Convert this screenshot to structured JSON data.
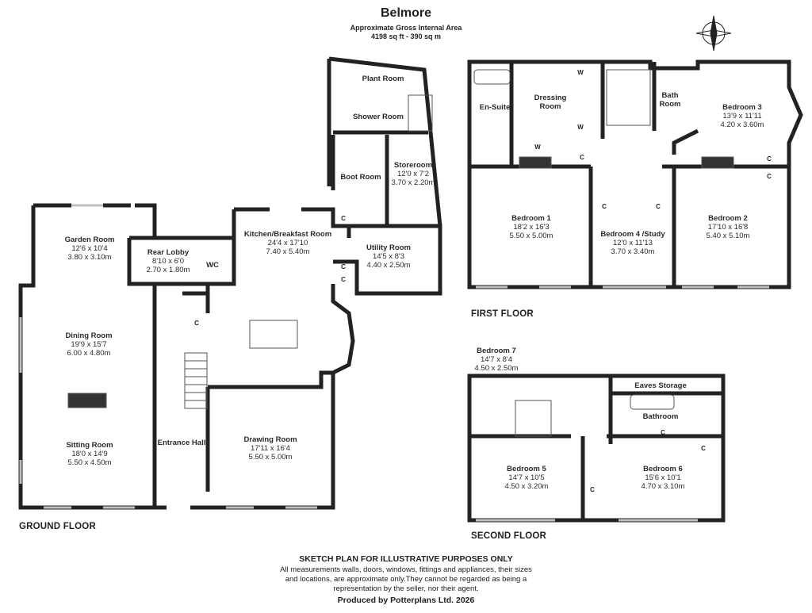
{
  "header": {
    "title": "Belmore",
    "subtitle": "Approximate Gross Internal Area",
    "area": "4198 sq ft - 390 sq m"
  },
  "floors": {
    "ground": "GROUND FLOOR",
    "first": "FIRST FLOOR",
    "second": "SECOND FLOOR"
  },
  "rooms": {
    "plant_room": {
      "name": "Plant Room"
    },
    "shower_room": {
      "name": "Shower Room"
    },
    "boot_room": {
      "name": "Boot Room"
    },
    "storeroom": {
      "name": "Storeroom",
      "imperial": "12'0 x 7'2",
      "metric": "3.70 x 2.20m"
    },
    "utility_room": {
      "name": "Utility Room",
      "imperial": "14'5 x 8'3",
      "metric": "4.40 x 2.50m"
    },
    "kitchen": {
      "name": "Kitchen/Breakfast Room",
      "imperial": "24'4 x 17'10",
      "metric": "7.40 x 5.40m"
    },
    "garden_room": {
      "name": "Garden Room",
      "imperial": "12'6 x 10'4",
      "metric": "3.80 x 3.10m"
    },
    "rear_lobby": {
      "name": "Rear Lobby",
      "imperial": "8'10 x 6'0",
      "metric": "2.70 x 1.80m"
    },
    "wc": {
      "name": "WC"
    },
    "dining_room": {
      "name": "Dining Room",
      "imperial": "19'9 x 15'7",
      "metric": "6.00 x 4.80m"
    },
    "sitting_room": {
      "name": "Sitting Room",
      "imperial": "18'0 x 14'9",
      "metric": "5.50 x 4.50m"
    },
    "entrance_hall": {
      "name": "Entrance Hall"
    },
    "drawing_room": {
      "name": "Drawing Room",
      "imperial": "17'11 x 16'4",
      "metric": "5.50 x 5.00m"
    },
    "en_suite": {
      "name": "En-Suite"
    },
    "dressing_room": {
      "name": "Dressing Room"
    },
    "bath_room": {
      "name": "Bath Room"
    },
    "bedroom3": {
      "name": "Bedroom 3",
      "imperial": "13'9 x 11'11",
      "metric": "4.20 x 3.60m"
    },
    "bedroom1": {
      "name": "Bedroom 1",
      "imperial": "18'2 x 16'3",
      "metric": "5.50 x 5.00m"
    },
    "bedroom4": {
      "name": "Bedroom 4 /Study",
      "imperial": "12'0 x 11'13",
      "metric": "3.70 x 3.40m"
    },
    "bedroom2": {
      "name": "Bedroom 2",
      "imperial": "17'10 x 16'8",
      "metric": "5.40 x 5.10m"
    },
    "bedroom7": {
      "name": "Bedroom 7",
      "imperial": "14'7 x 8'4",
      "metric": "4.50 x 2.50m"
    },
    "eaves_storage": {
      "name": "Eaves Storage"
    },
    "bathroom": {
      "name": "Bathroom"
    },
    "bedroom5": {
      "name": "Bedroom 5",
      "imperial": "14'7 x 10'5",
      "metric": "4.50 x 3.20m"
    },
    "bedroom6": {
      "name": "Bedroom 6",
      "imperial": "15'6 x 10'1",
      "metric": "4.70 x 3.10m"
    }
  },
  "markers": {
    "cupboard": "C",
    "wardrobe": "W"
  },
  "footer": {
    "disclaimer_title": "SKETCH PLAN FOR ILLUSTRATIVE PURPOSES ONLY",
    "disclaimer_line1": "All measurements walls, doors, windows, fittings and appliances, their sizes",
    "disclaimer_line2": "and locations, are approximate only.They cannot be regarded as being a",
    "disclaimer_line3": "representation by the seller, nor their agent.",
    "producer": "Produced by Potterplans Ltd. 2026"
  },
  "icons": {
    "compass": "compass-rose-icon"
  },
  "colors": {
    "wall": "#222222",
    "fixture": "#555555",
    "window": "#bfbfbf"
  }
}
